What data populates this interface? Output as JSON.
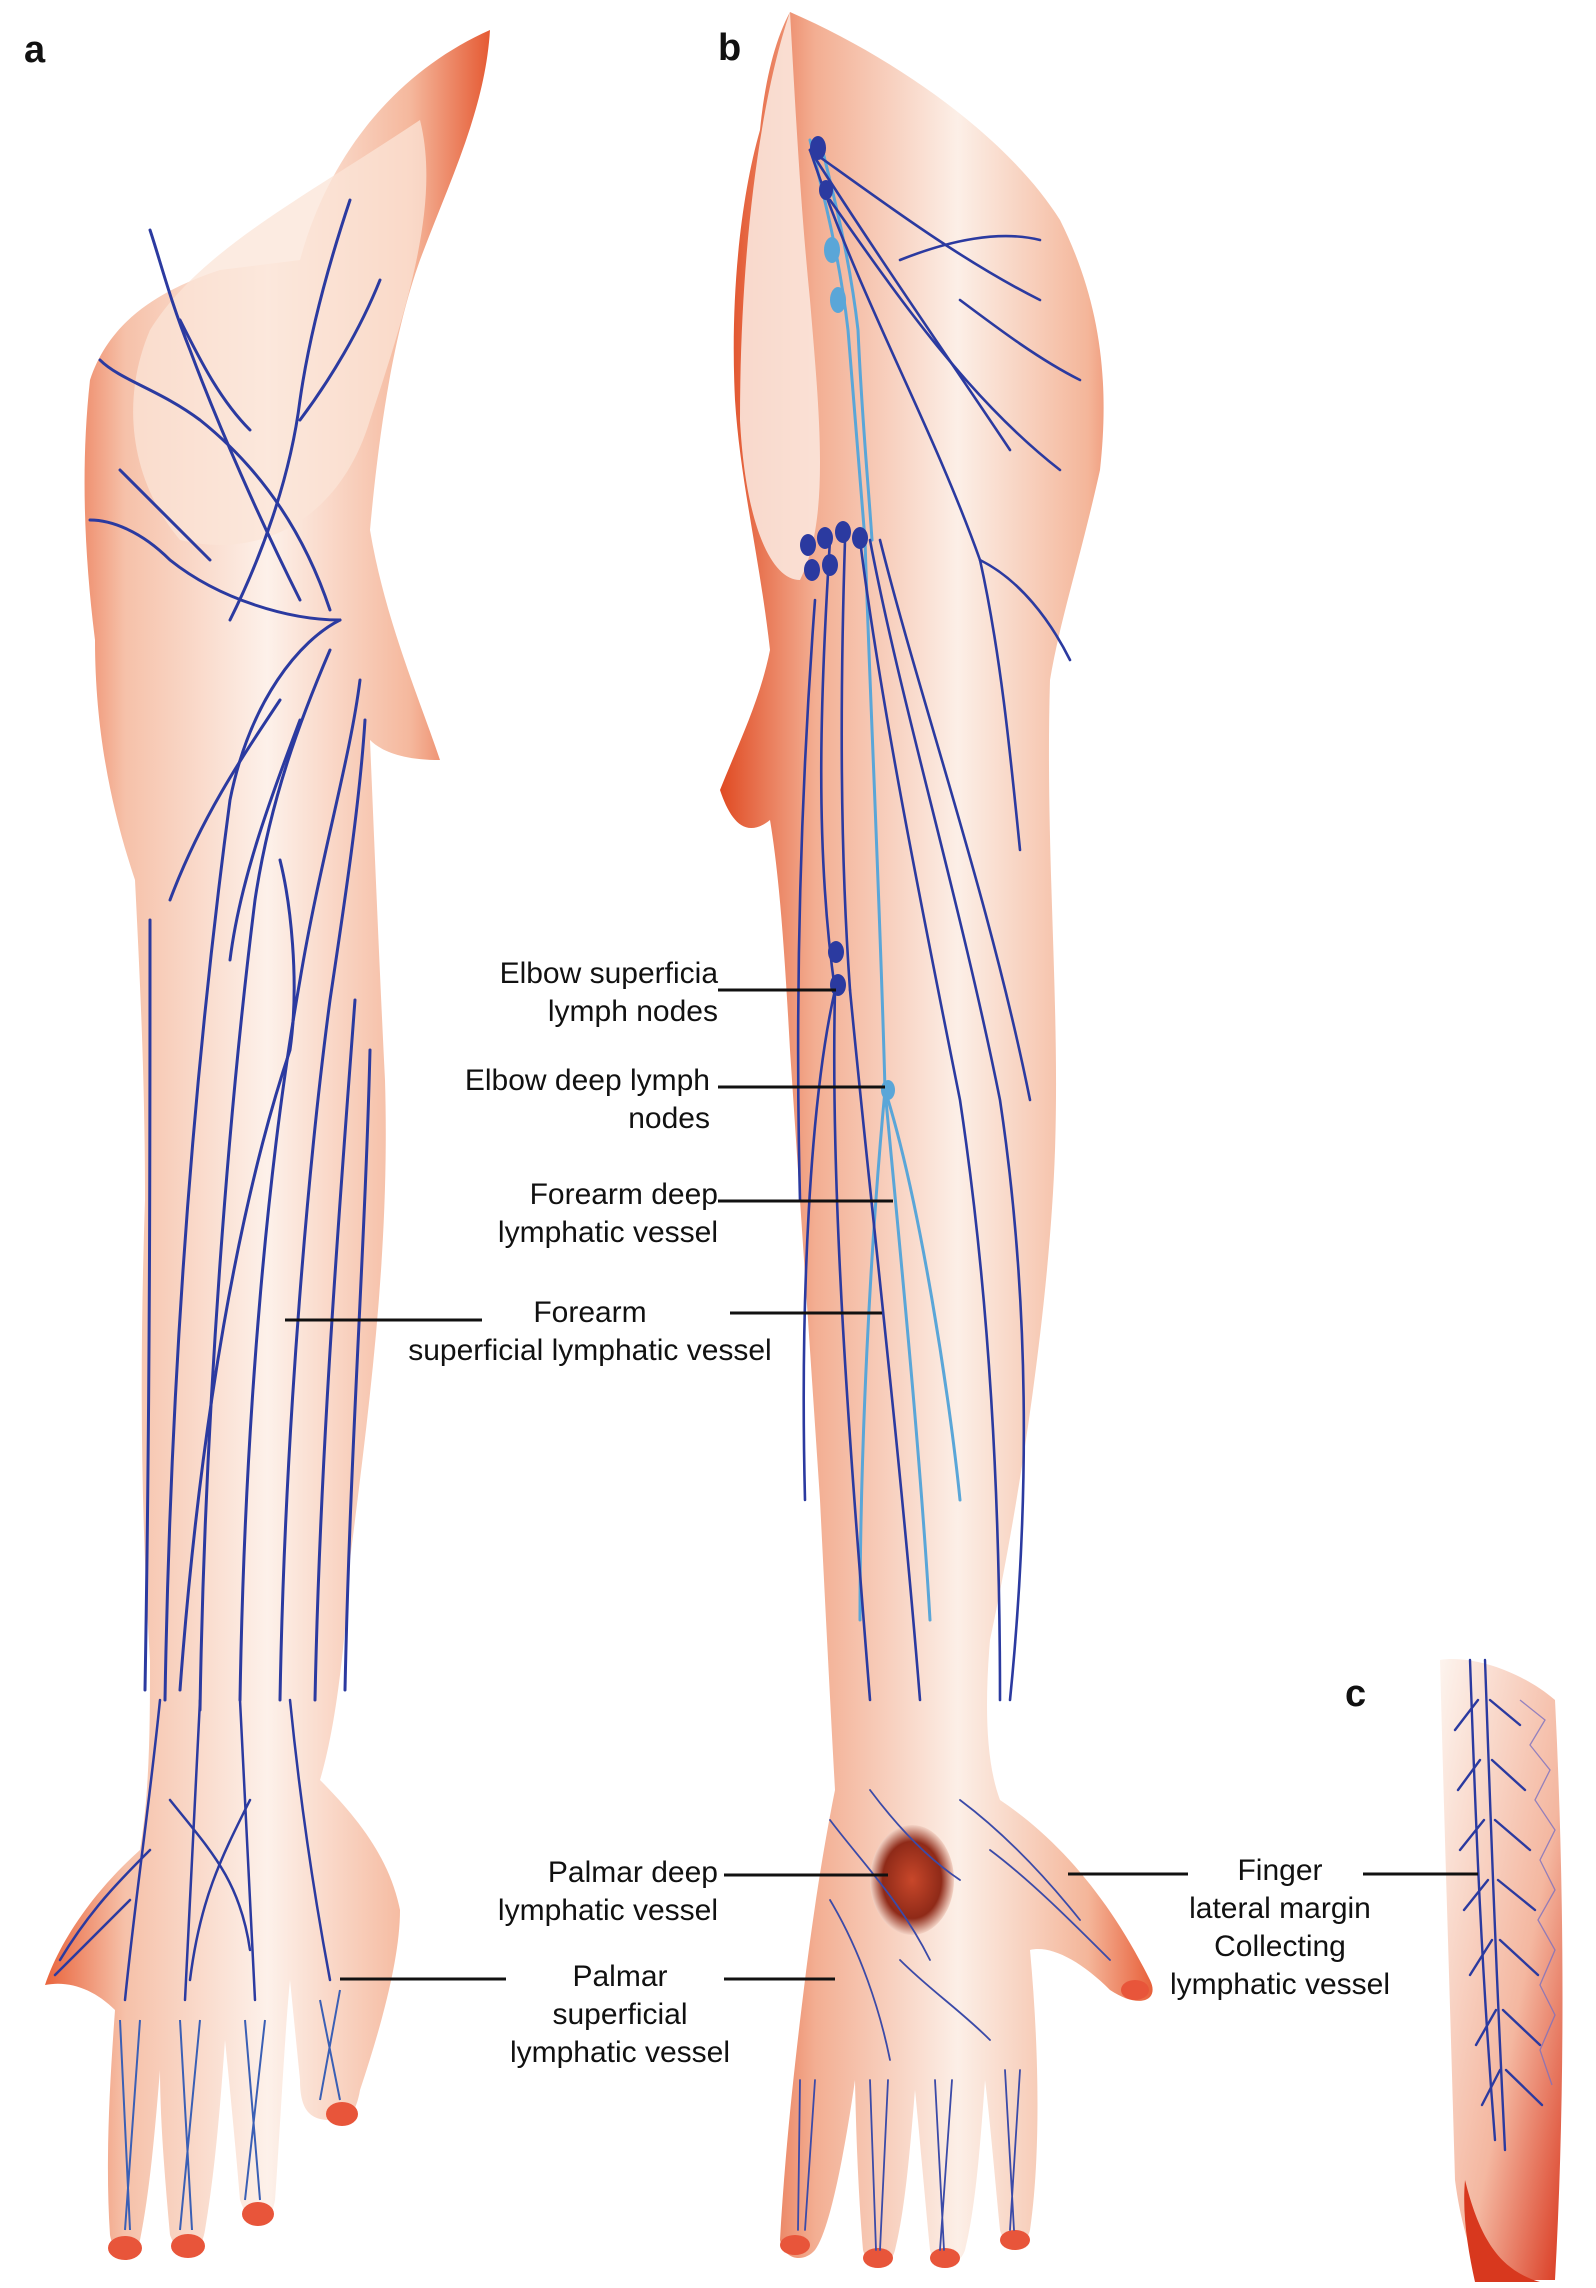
{
  "panels": {
    "a": "a",
    "b": "b",
    "c": "c"
  },
  "labels": {
    "elbow_superficial_nodes": [
      "Elbow superficia",
      "lymph nodes"
    ],
    "elbow_deep_nodes": [
      "Elbow deep lymph",
      "nodes"
    ],
    "forearm_deep_vessel": [
      "Forearm deep",
      "lymphatic vessel"
    ],
    "forearm_superficial_vessel": [
      "Forearm",
      "superficial lymphatic vessel"
    ],
    "palmar_deep_vessel": [
      "Palmar deep",
      "lymphatic vessel"
    ],
    "palmar_superficial_vessel": [
      "Palmar",
      "superficial",
      "lymphatic vessel"
    ],
    "finger_collecting_vessel": [
      "Finger",
      "lateral margin",
      "Collecting",
      "lymphatic vessel"
    ]
  },
  "colors": {
    "skin_light": "#fbe9df",
    "skin_mid": "#f2a58a",
    "skin_dark": "#e4532a",
    "vessel_dark": "#2b3aa0",
    "vessel_light": "#5aa6d8",
    "nail": "#e8553a",
    "leader_line": "#111111"
  }
}
